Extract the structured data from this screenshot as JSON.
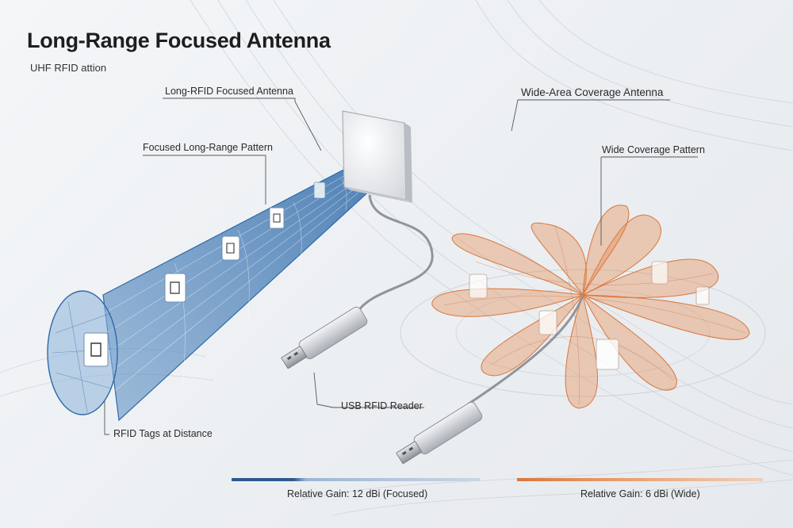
{
  "header": {
    "title": "Long-Range Focused Antenna",
    "subtitle": "UHF RFID attion"
  },
  "labels": {
    "focused_antenna": "Long-RFID Focused Antenna",
    "focused_pattern": "Focused Long-Range Pattern",
    "wide_antenna": "Wide-Area Coverage Antenna",
    "wide_pattern": "Wide Coverage Pattern",
    "usb_reader": "USB RFID Reader",
    "rfid_tags": "RFID Tags at Distance"
  },
  "legend": {
    "focused_gain": "Relative Gain: 12 dBi (Focused)",
    "wide_gain": "Relative Gain: 6 dBi (Wide)"
  },
  "colors": {
    "focused_beam": "#5b8fc4",
    "wide_pattern": "#e58a4e",
    "leader_line": "#555555"
  }
}
